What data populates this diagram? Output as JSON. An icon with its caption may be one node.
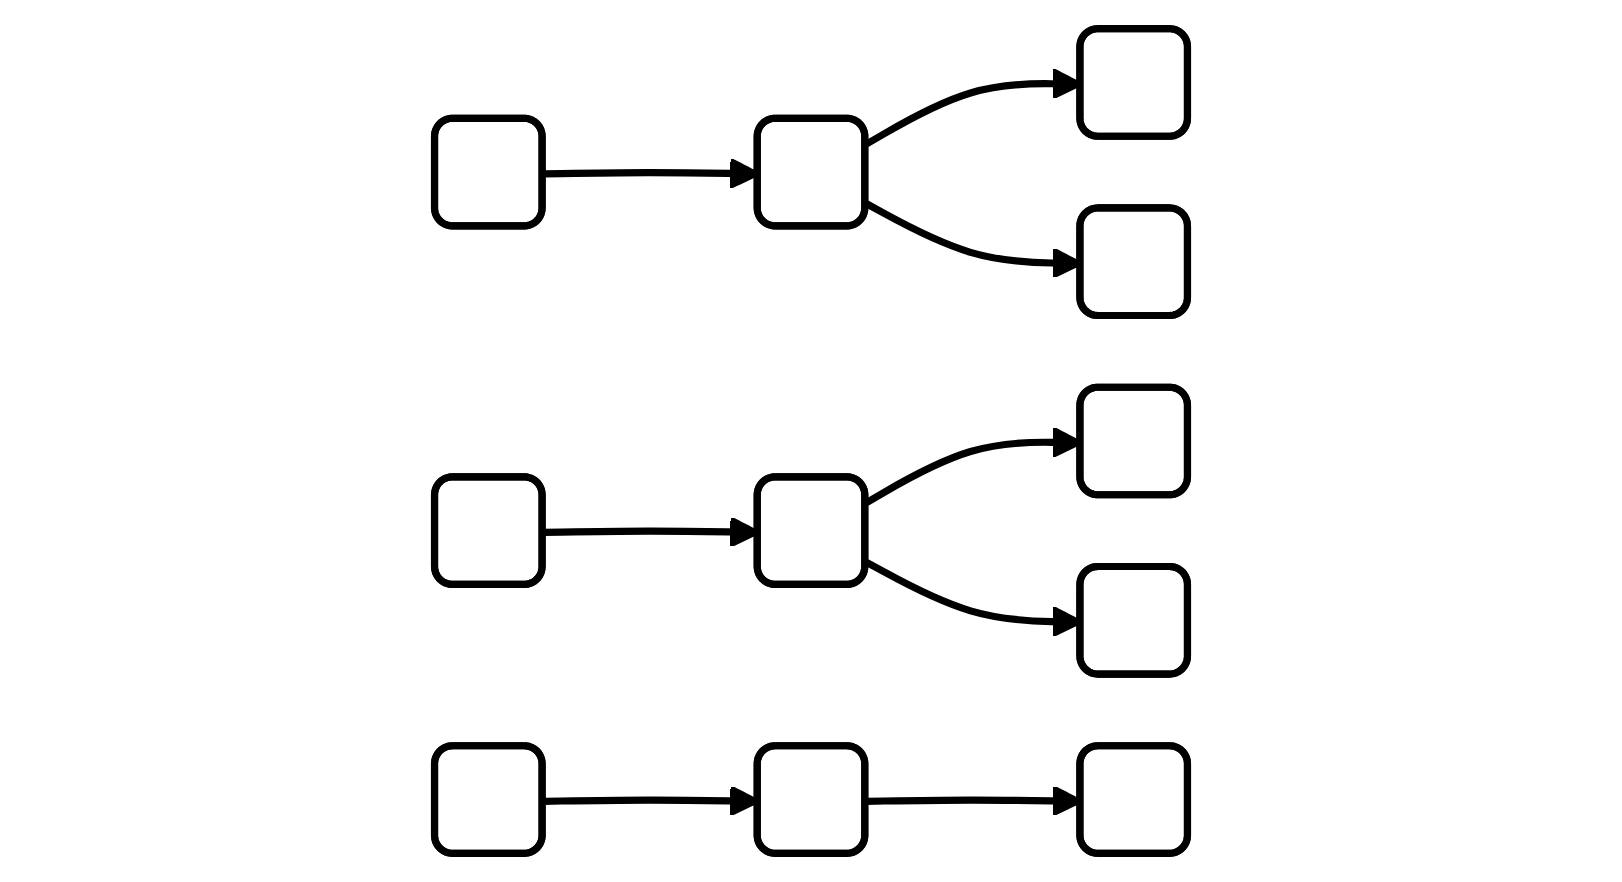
{
  "diagram": {
    "nodes": [
      {
        "text": [],
        "shape": "box"
      },
      {
        "text": [],
        "shape": "box"
      },
      {
        "text": [],
        "shape": "box"
      },
      {
        "text": [],
        "shape": "box"
      },
      {
        "text": [],
        "shape": "box"
      },
      {
        "text": [],
        "shape": "box"
      },
      {
        "text": [],
        "shape": "box"
      },
      {
        "text": [],
        "shape": "box"
      },
      {
        "text": [],
        "shape": "box"
      },
      {
        "text": [],
        "shape": "box"
      },
      {
        "text": [],
        "shape": "box"
      }
    ],
    "edges": [
      {
        "from": 0,
        "to": 3,
        "arrow": "to"
      },
      {
        "from": 1,
        "to": 4,
        "arrow": "to"
      },
      {
        "from": 2,
        "to": 5,
        "arrow": "to"
      },
      {
        "from": 3,
        "to": 6,
        "arrow": "to"
      },
      {
        "from": 3,
        "to": 7,
        "arrow": "to"
      },
      {
        "from": 4,
        "to": 8,
        "arrow": "to"
      },
      {
        "from": 4,
        "to": 9,
        "arrow": "to"
      },
      {
        "from": 5,
        "to": 10,
        "arrow": "to"
      }
    ]
  }
}
